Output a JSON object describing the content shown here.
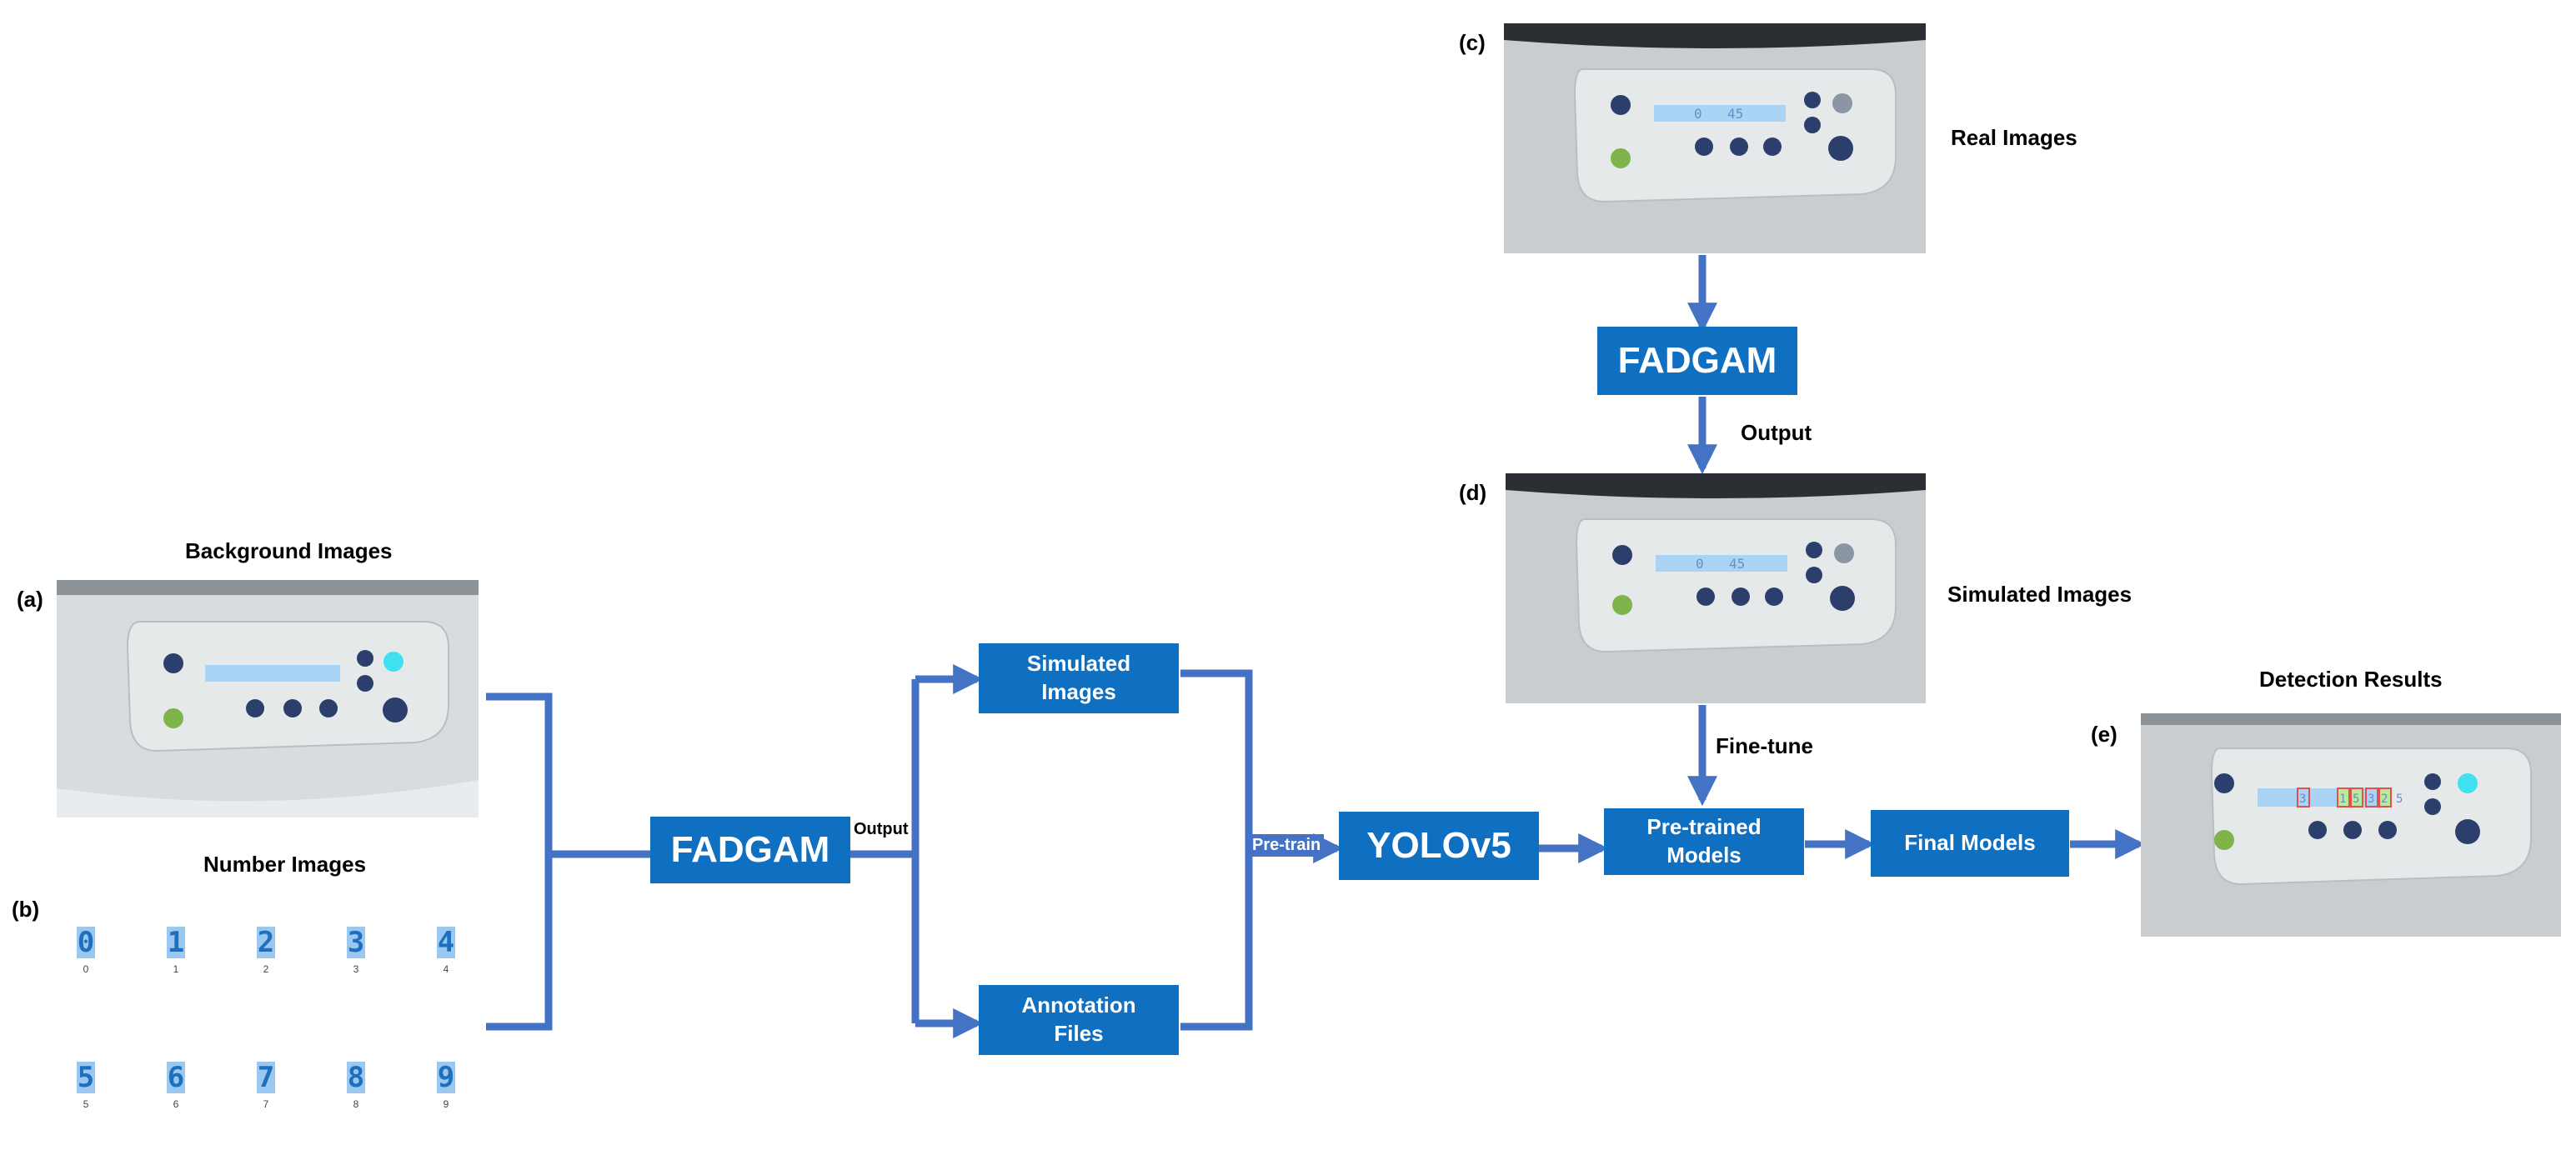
{
  "labels": {
    "a": "(a)",
    "b": "(b)",
    "c": "(c)",
    "d": "(d)",
    "e": "(e)"
  },
  "captions": {
    "background_images": "Background Images",
    "number_images": "Number Images",
    "real_images": "Real Images",
    "simulated_images": "Simulated Images",
    "detection_results": "Detection Results"
  },
  "boxes": {
    "fadgam_left": "FADGAM",
    "fadgam_top": "FADGAM",
    "simulated_images": "Simulated\nImages",
    "annotation_files": "Annotation\nFiles",
    "yolov5": "YOLOv5",
    "pretrained_models": "Pre-trained\nModels",
    "final_models": "Final Models"
  },
  "edge_labels": {
    "output_left": "Output",
    "output_top": "Output",
    "pre_train": "Pre-train",
    "fine_tune": "Fine-tune"
  },
  "display_values": {
    "real": [
      "0",
      "45"
    ],
    "simulated": [
      "0",
      "45"
    ],
    "detected": [
      "3",
      "1",
      "5",
      "3",
      "2",
      "5"
    ]
  },
  "digits": {
    "glyphs": [
      "0",
      "1",
      "2",
      "3",
      "4",
      "5",
      "6",
      "7",
      "8",
      "9"
    ],
    "captions": [
      "0",
      "1",
      "2",
      "3",
      "4",
      "5",
      "6",
      "7",
      "8",
      "9"
    ]
  },
  "colors": {
    "box_fill": "#0f6fc1",
    "arrow": "#4472c4",
    "display": "#a9d4f5"
  }
}
